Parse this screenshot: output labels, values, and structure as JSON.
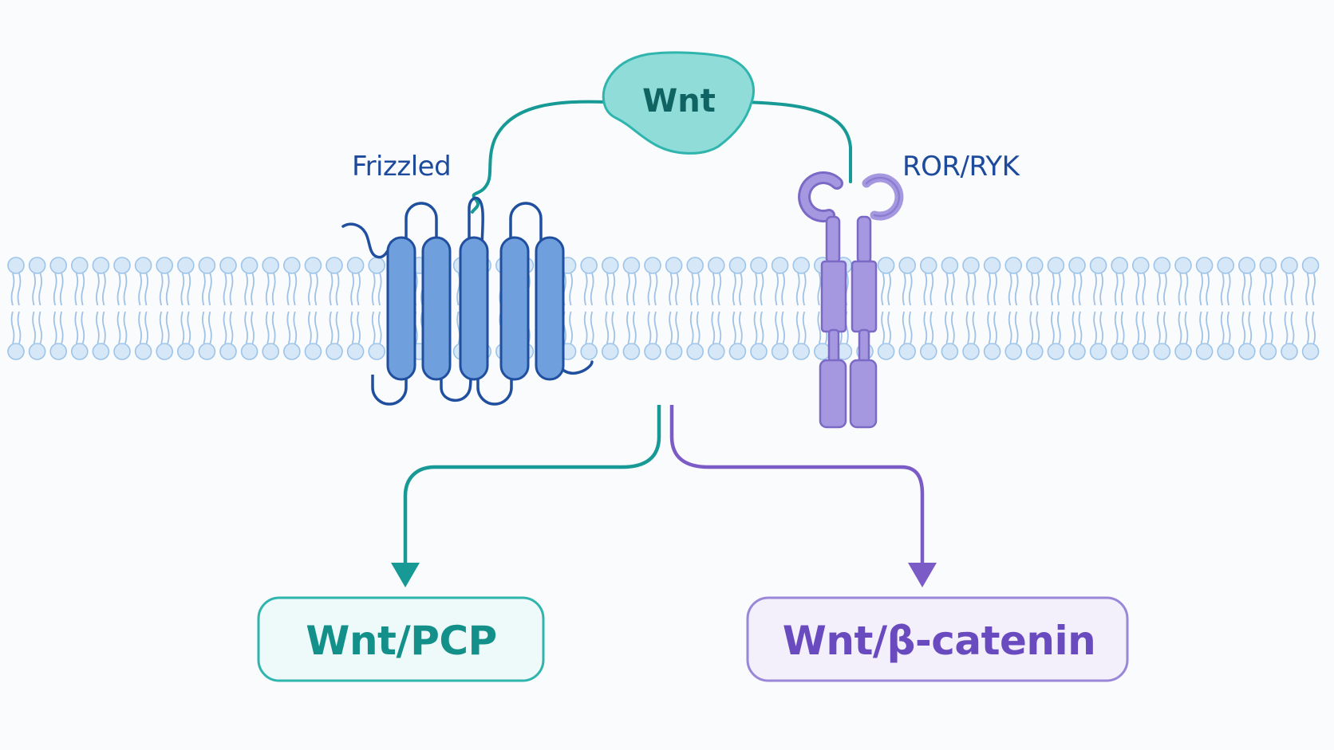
{
  "ligand": {
    "label": "Wnt"
  },
  "receptors": {
    "frizzled": {
      "label": "Frizzled"
    },
    "ror_ryk": {
      "label": "ROR/RYK"
    }
  },
  "pathways": {
    "pcp": {
      "label": "Wnt/PCP"
    },
    "beta_catenin": {
      "label": "Wnt/β-catenin"
    }
  },
  "colors": {
    "teal": "#179a95",
    "purple": "#7b5cc6",
    "frizzled_fill": "#6f9fdc",
    "frizzled_stroke": "#1f4f9e",
    "ror_fill": "#a698e0",
    "ror_stroke": "#7a6ac6",
    "membrane_head": "#d6e8f8",
    "membrane_stroke": "#9ec4e8",
    "membrane_tail": "#9fc2e6"
  }
}
